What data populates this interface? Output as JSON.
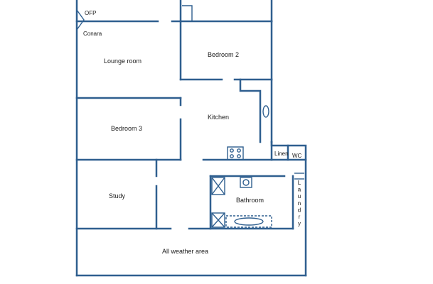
{
  "rooms": {
    "ofp": "OFP",
    "conara": "Conara",
    "lounge": "Lounge room",
    "bedroom2": "Bedroom 2",
    "kitchen": "Kitchen",
    "bedroom3": "Bedroom 3",
    "study": "Study",
    "linen": "Linen",
    "wc": "WC",
    "bathroom": "Bathroom",
    "laundry": "Laundry",
    "all_weather": "All weather area"
  },
  "colors": {
    "wall": "#2f5f8f"
  }
}
